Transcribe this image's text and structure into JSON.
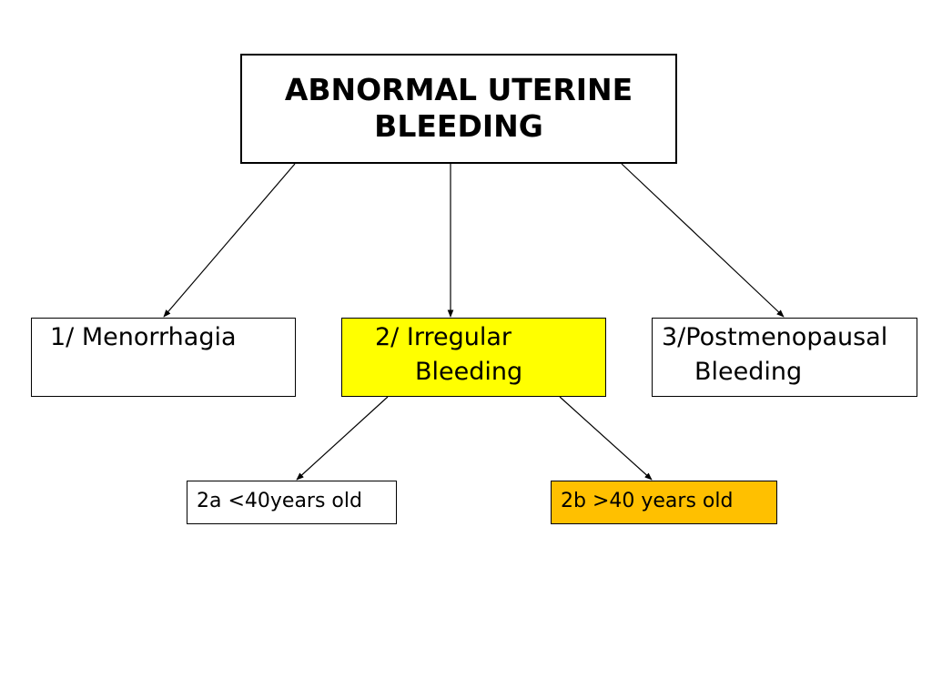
{
  "diagram": {
    "root": {
      "line1": "ABNORMAL UTERINE",
      "line2": "BLEEDING"
    },
    "categories": [
      {
        "number": "1/",
        "line1": "Menorrhagia",
        "line2": "",
        "fill": "#ffffff"
      },
      {
        "number": "2/",
        "line1": "Irregular",
        "line2": "Bleeding",
        "fill": "#ffff00"
      },
      {
        "number": "3/",
        "line1": "Postmenopausal",
        "line2": "Bleeding",
        "fill": "#ffffff"
      }
    ],
    "sub_categories": [
      {
        "label": "2a <40years old",
        "fill": "#ffffff"
      },
      {
        "label": "2b >40 years old",
        "fill": "#ffc000"
      }
    ],
    "connector_color": "#000000"
  }
}
